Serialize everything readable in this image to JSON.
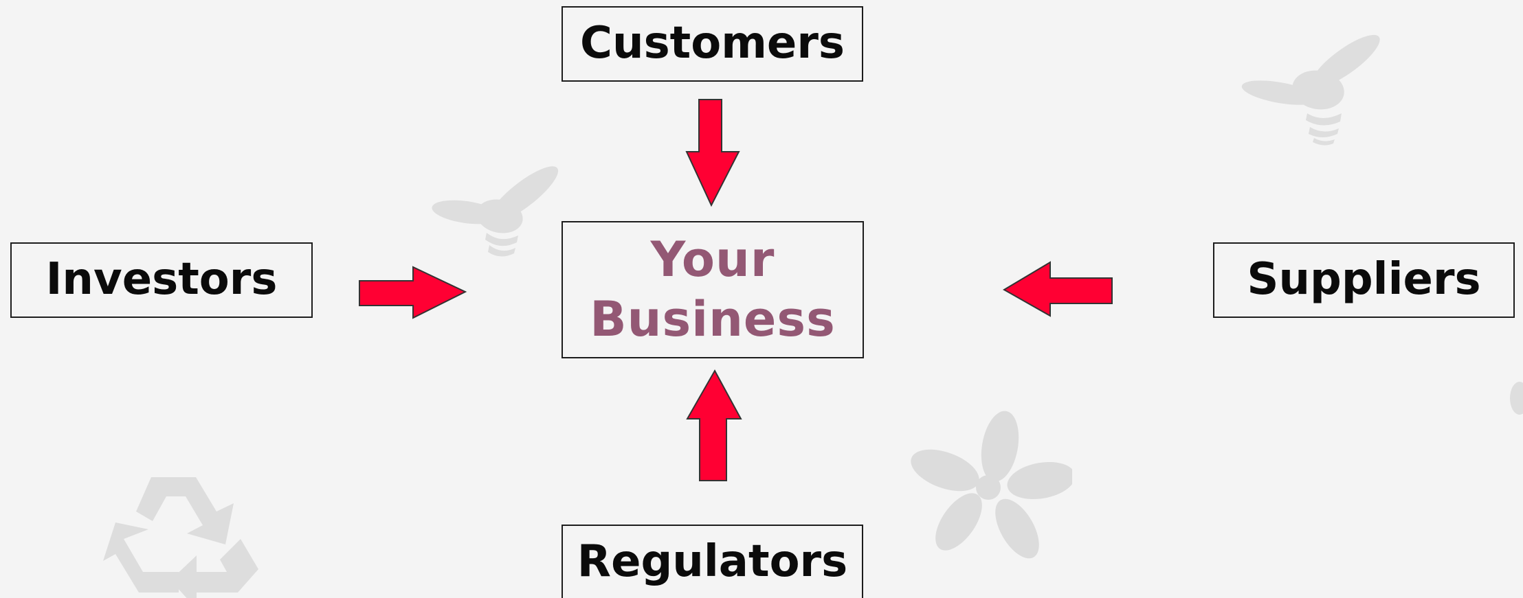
{
  "diagram": {
    "center": {
      "line1": "Your",
      "line2": "Business"
    },
    "nodes": {
      "top": "Customers",
      "left": "Investors",
      "right": "Suppliers",
      "bottom": "Regulators"
    }
  },
  "colors": {
    "background": "#f4f4f4",
    "arrow_fill": "#ff0033",
    "arrow_stroke": "#333333",
    "node_text": "#0b0b0b",
    "center_text": "#935874",
    "watermark": "#dedede"
  },
  "icons": {
    "decorations": [
      "bee-icon",
      "bee-icon",
      "flower-icon",
      "recycle-icon"
    ]
  }
}
